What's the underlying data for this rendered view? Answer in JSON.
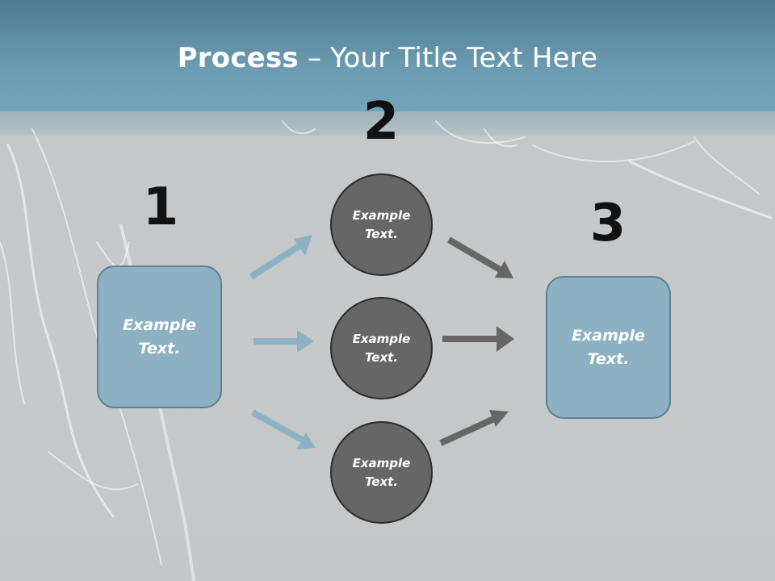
{
  "title": {
    "bold": "Process",
    "rest": " – Your Title Text Here"
  },
  "steps": [
    {
      "number": "1",
      "box_text": "Example\nText."
    },
    {
      "number": "2",
      "circles": [
        "Example\nText.",
        "Example\nText.",
        "Example\nText."
      ]
    },
    {
      "number": "3",
      "box_text": "Example\nText."
    }
  ],
  "colors": {
    "header": "#6b9bb1",
    "box_fill": "#8db1c3",
    "circle_fill": "#666666",
    "arrow_light": "#8db1c3",
    "arrow_dark": "#666666"
  }
}
